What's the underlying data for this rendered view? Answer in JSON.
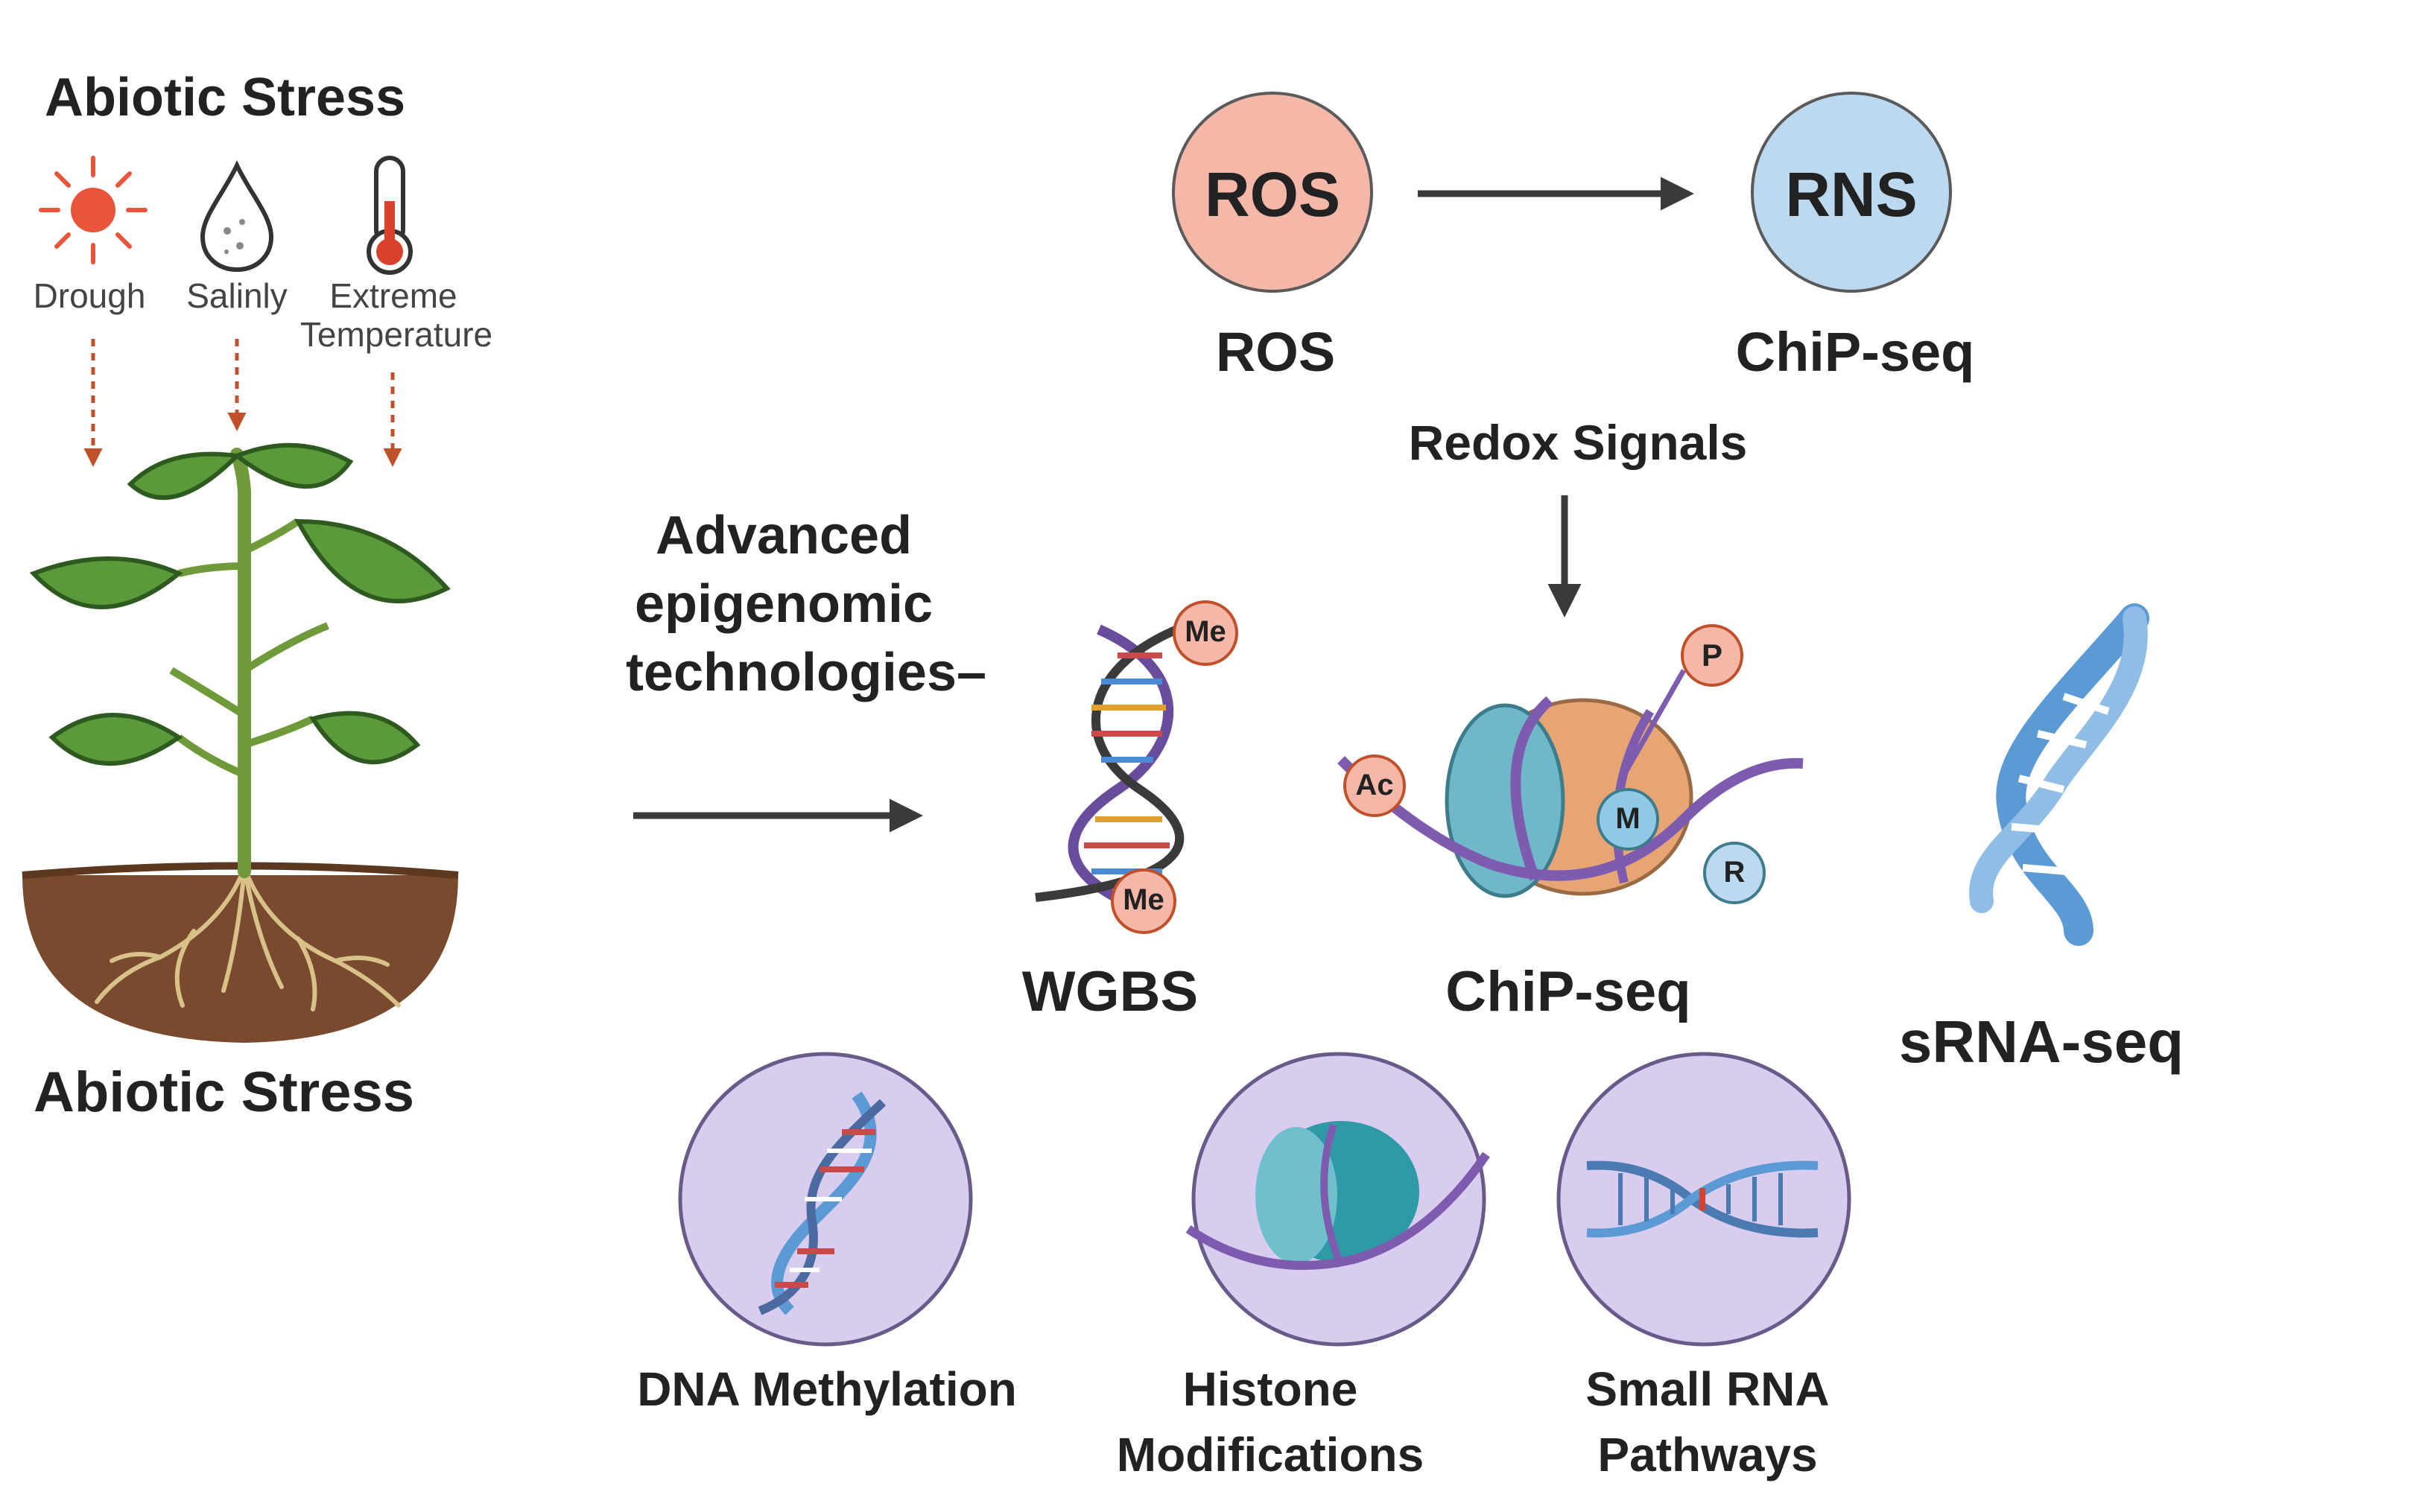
{
  "stress_panel": {
    "title": "Abiotic Stress",
    "stressors": [
      {
        "label": "Drough",
        "icon": "sun-icon"
      },
      {
        "label": "Salinly",
        "icon": "water-drop-icon"
      },
      {
        "label": "Extreme Temperature",
        "line1": "Extreme",
        "line2": "Temperature",
        "icon": "thermometer-icon"
      }
    ],
    "plant_label": "Abiotic Stress"
  },
  "redox": {
    "ros": {
      "circle_text": "ROS",
      "caption": "ROS"
    },
    "rns": {
      "circle_text": "RNS",
      "caption": "ChiP-seq"
    },
    "signal_label": "Redox Signals"
  },
  "technologies": {
    "heading_lines": [
      "Advanced",
      "epigenomic",
      "technologies–"
    ],
    "items": [
      {
        "label": "WGBS",
        "tags": [
          "Me",
          "Me"
        ]
      },
      {
        "label": "ChiP-seq",
        "tags": [
          "Ac",
          "P",
          "M",
          "R"
        ]
      },
      {
        "label": "sRNA-seq"
      }
    ]
  },
  "mechanisms": [
    {
      "line1": "DNA Methylation",
      "line2": ""
    },
    {
      "line1": "Histone",
      "line2": "Modifications"
    },
    {
      "line1": "Small RNA",
      "line2": "Pathways"
    }
  ],
  "colors": {
    "ros_fill": "#f4b7a8",
    "rns_fill": "#bcd9f0",
    "mechanism_circle": "#d9cdef",
    "leaf": "#5a9a3a",
    "soil": "#7a4a2e",
    "dna_blue": "#5b9ad4",
    "arrow": "#3a3a3a"
  }
}
